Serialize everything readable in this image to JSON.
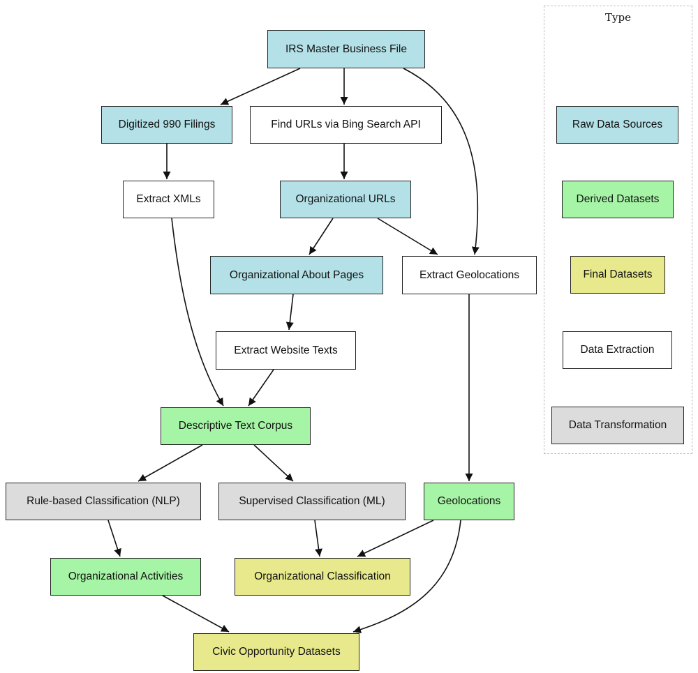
{
  "colors": {
    "raw": "#b3e1e7",
    "derived": "#a6f4a6",
    "final": "#e7e98c",
    "extraction": "#ffffff",
    "transformation": "#dcdcdc",
    "edge": "#111111",
    "legend_border": "#bdbdbd"
  },
  "nodes": {
    "irs": {
      "label": "IRS Master Business File",
      "type": "raw"
    },
    "digitized": {
      "label": "Digitized 990 Filings",
      "type": "raw"
    },
    "bing": {
      "label": "Find URLs via Bing Search API",
      "type": "extraction"
    },
    "xml": {
      "label": "Extract XMLs",
      "type": "extraction"
    },
    "urls": {
      "label": "Organizational URLs",
      "type": "raw"
    },
    "about": {
      "label": "Organizational About Pages",
      "type": "raw"
    },
    "geoextract": {
      "label": "Extract Geolocations",
      "type": "extraction"
    },
    "webtext": {
      "label": "Extract Website Texts",
      "type": "extraction"
    },
    "corpus": {
      "label": "Descriptive Text Corpus",
      "type": "derived"
    },
    "rule": {
      "label": "Rule-based Classification (NLP)",
      "type": "transformation"
    },
    "supervised": {
      "label": "Supervised Classification (ML)",
      "type": "transformation"
    },
    "geo": {
      "label": "Geolocations",
      "type": "derived"
    },
    "activities": {
      "label": "Organizational Activities",
      "type": "derived"
    },
    "classification": {
      "label": "Organizational Classification",
      "type": "final"
    },
    "civic": {
      "label": "Civic Opportunity Datasets",
      "type": "final"
    }
  },
  "edges": [
    [
      "irs",
      "digitized"
    ],
    [
      "irs",
      "bing"
    ],
    [
      "irs",
      "geoextract"
    ],
    [
      "digitized",
      "xml"
    ],
    [
      "bing",
      "urls"
    ],
    [
      "urls",
      "about"
    ],
    [
      "urls",
      "geoextract"
    ],
    [
      "xml",
      "corpus"
    ],
    [
      "about",
      "webtext"
    ],
    [
      "webtext",
      "corpus"
    ],
    [
      "geoextract",
      "geo"
    ],
    [
      "corpus",
      "rule"
    ],
    [
      "corpus",
      "supervised"
    ],
    [
      "rule",
      "activities"
    ],
    [
      "supervised",
      "classification"
    ],
    [
      "geo",
      "classification"
    ],
    [
      "geo",
      "civic"
    ],
    [
      "activities",
      "civic"
    ]
  ],
  "legend": {
    "title": "Type",
    "items": [
      {
        "label": "Raw Data Sources",
        "type": "raw"
      },
      {
        "label": "Derived Datasets",
        "type": "derived"
      },
      {
        "label": "Final Datasets",
        "type": "final"
      },
      {
        "label": "Data Extraction",
        "type": "extraction"
      },
      {
        "label": "Data Transformation",
        "type": "transformation"
      }
    ]
  }
}
